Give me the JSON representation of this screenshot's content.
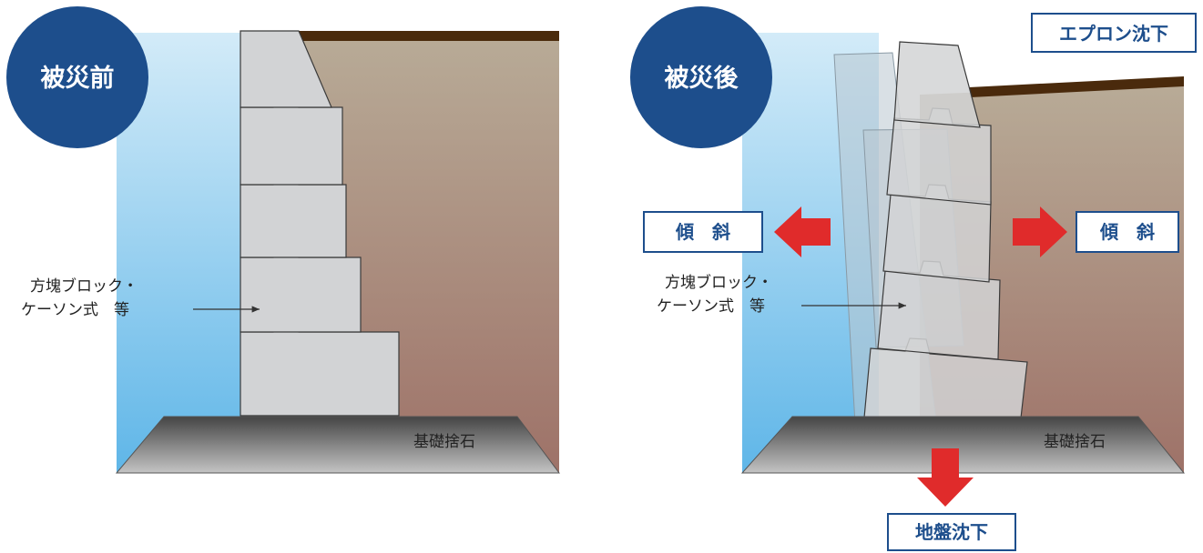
{
  "before": {
    "badge": "被災前",
    "block_label_line1": "方塊ブロック・",
    "block_label_line2": "ケーソン式　等",
    "rubble_label": "基礎捨石"
  },
  "after": {
    "badge": "被災後",
    "apron_label": "エプロン沈下",
    "tilt_left_label": "傾　斜",
    "tilt_right_label": "傾　斜",
    "block_label_line1": "方塊ブロック・",
    "block_label_line2": "ケーソン式　等",
    "rubble_label": "基礎捨石",
    "ground_label": "地盤沈下"
  },
  "colors": {
    "badge_blue": "#1d4e8c",
    "arrow_red": "#e02b2b",
    "soil_top": "#b8ab97",
    "soil_bottom": "#9e7268",
    "water_top": "#d3ebf8",
    "water_bottom": "#5fb6e8",
    "block_gray": "#d2d3d5",
    "apron_brown": "#4a2a0c",
    "rubble_top": "#444444",
    "rubble_bottom": "#bdbdbd"
  }
}
